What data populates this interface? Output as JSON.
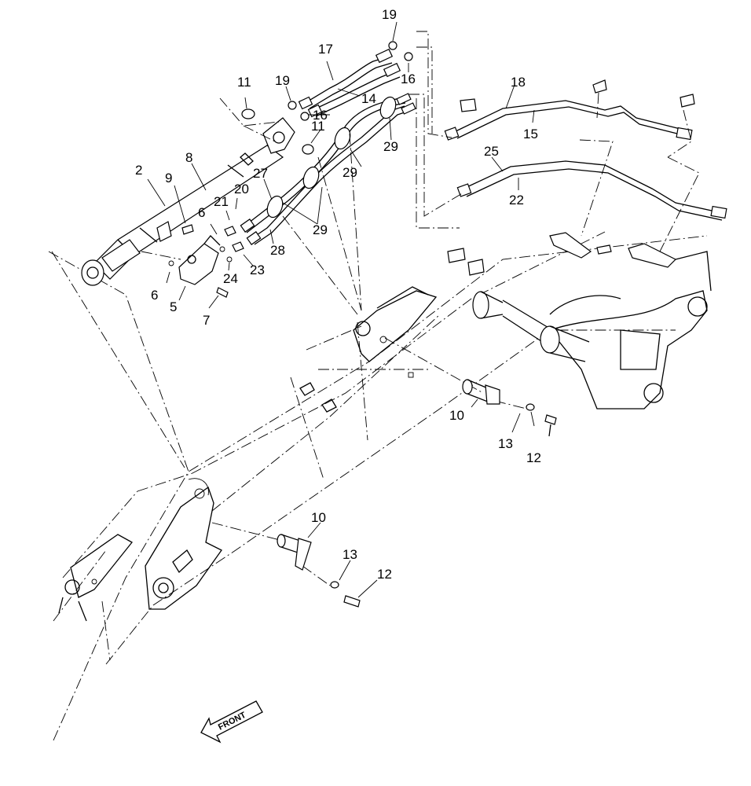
{
  "labels": {
    "l2": "2",
    "l5": "5",
    "l6a": "6",
    "l6b": "6",
    "l7": "7",
    "l8": "8",
    "l9": "9",
    "l10a": "10",
    "l10b": "10",
    "l11a": "11",
    "l11b": "11",
    "l12a": "12",
    "l12b": "12",
    "l13a": "13",
    "l13b": "13",
    "l14": "14",
    "l15": "15",
    "l16a": "16",
    "l16b": "16",
    "l17": "17",
    "l18": "18",
    "l19a": "19",
    "l19b": "19",
    "l20": "20",
    "l21": "21",
    "l22": "22",
    "l23": "23",
    "l24": "24",
    "l25": "25",
    "l27": "27",
    "l28": "28",
    "l29a": "29",
    "l29b": "29",
    "l29c": "29"
  },
  "front_label": "FRONT"
}
